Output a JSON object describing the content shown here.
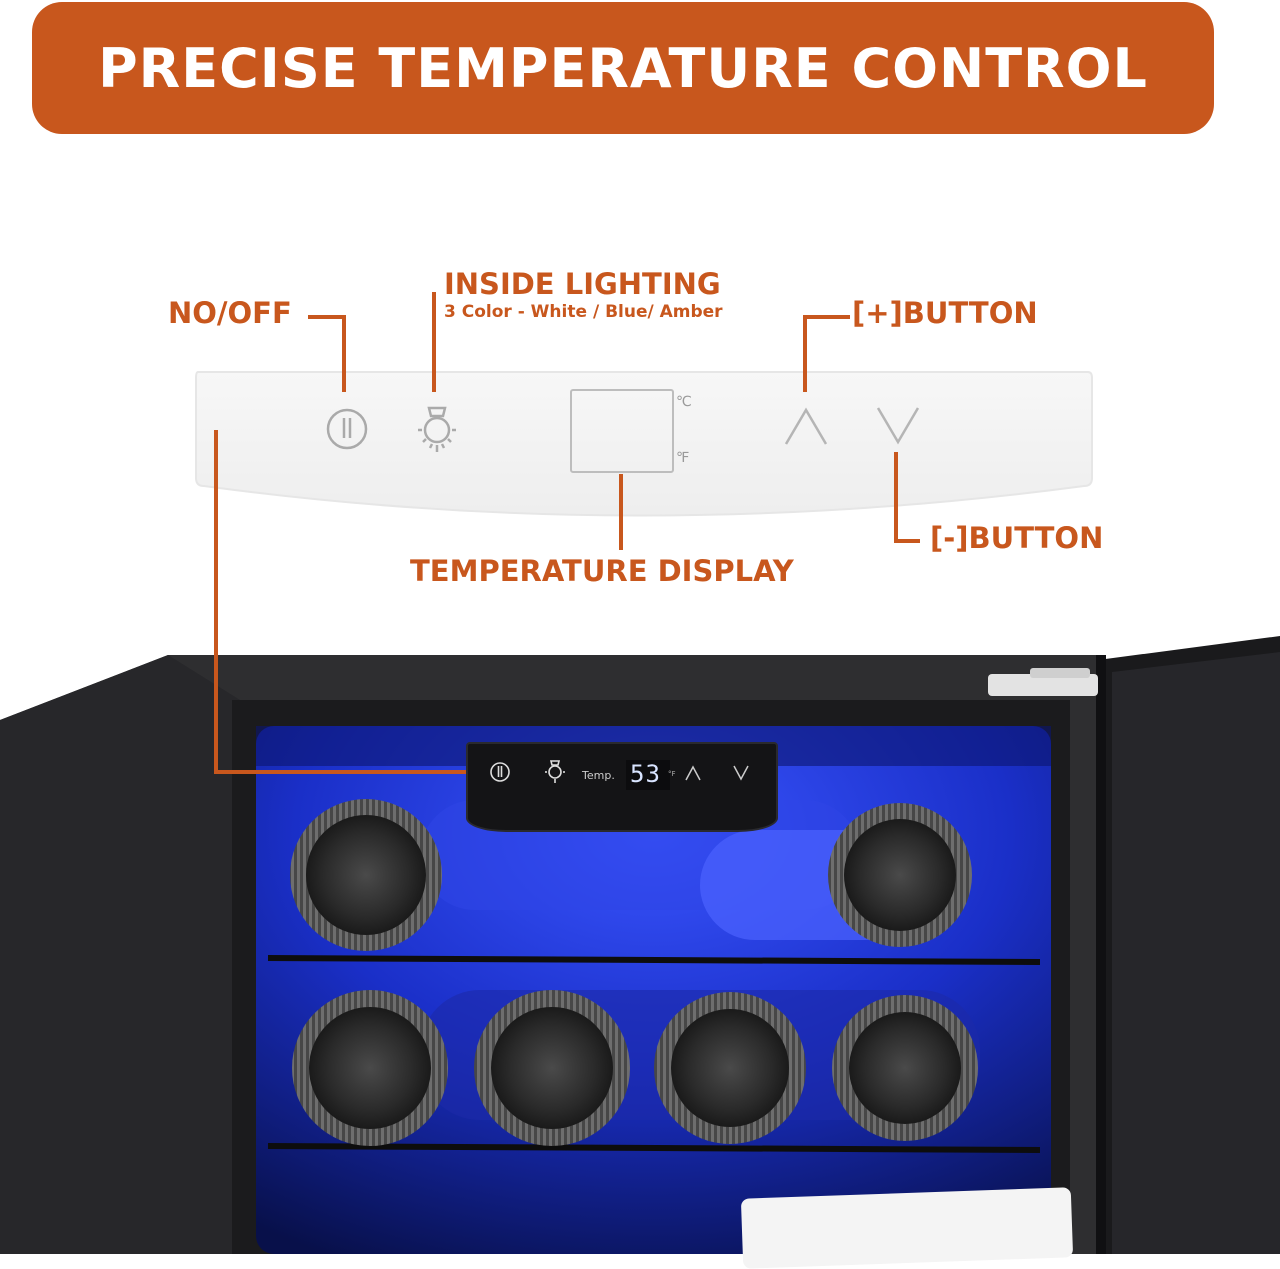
{
  "banner": {
    "title": "PRECISE TEMPERATURE CONTROL",
    "color": "#c8571d"
  },
  "accent_color": "#c8571d",
  "callouts": {
    "power": "NO/OFF",
    "lighting_title": "INSIDE LIGHTING",
    "lighting_sub": "3 Color - White / Blue/ Amber",
    "plus": "[+]BUTTON",
    "minus": "[-]BUTTON",
    "display": "TEMPERATURE DISPLAY"
  },
  "panel": {
    "unit_c": "℃",
    "unit_f": "℉",
    "icons": [
      "power-icon",
      "bulb-icon",
      "up-chevron-icon",
      "down-chevron-icon"
    ]
  },
  "fridge": {
    "temp_label": "Temp.",
    "temp_value": "53",
    "temp_unit": "°F",
    "light_color": "#1a35d6"
  }
}
